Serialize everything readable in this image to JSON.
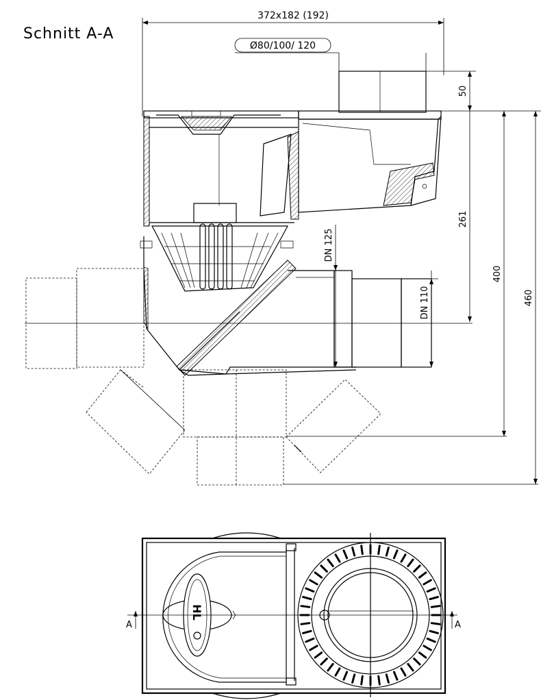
{
  "section_title": "Schnitt A-A",
  "dimensions": {
    "overall_width": "372x182 (192)",
    "outlet_diameters": "Ø80/100/ 120",
    "outlet_height": "50",
    "height_261": "261",
    "height_400": "400",
    "height_460": "460",
    "dn_125": "DN 125",
    "dn_110": "DN 110"
  },
  "plan_view": {
    "section_mark_left": "A",
    "section_mark_right": "A",
    "brand_mark": "HL"
  }
}
